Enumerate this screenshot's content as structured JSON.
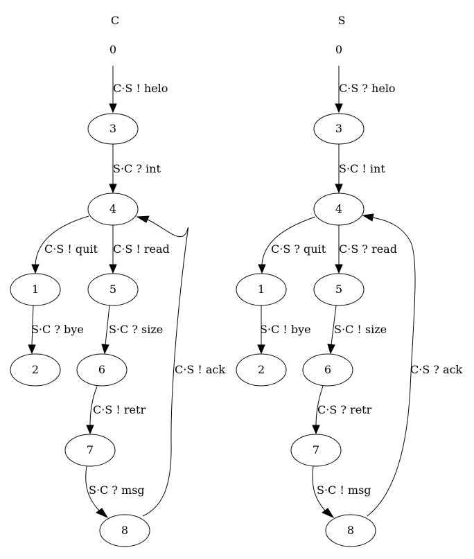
{
  "machines": [
    {
      "title": "C",
      "initial_color": "#6495ed",
      "nodes": [
        {
          "id": "0",
          "label": "0",
          "initial": true
        },
        {
          "id": "3",
          "label": "3"
        },
        {
          "id": "4",
          "label": "4"
        },
        {
          "id": "1",
          "label": "1"
        },
        {
          "id": "5",
          "label": "5"
        },
        {
          "id": "2",
          "label": "2"
        },
        {
          "id": "6",
          "label": "6"
        },
        {
          "id": "7",
          "label": "7"
        },
        {
          "id": "8",
          "label": "8"
        }
      ],
      "edges": [
        {
          "from": "0",
          "to": "3",
          "label": "C·S ! helo"
        },
        {
          "from": "3",
          "to": "4",
          "label": "S·C ? int"
        },
        {
          "from": "4",
          "to": "1",
          "label": "C·S ! quit"
        },
        {
          "from": "4",
          "to": "5",
          "label": "C·S ! read"
        },
        {
          "from": "1",
          "to": "2",
          "label": "S·C ? bye"
        },
        {
          "from": "5",
          "to": "6",
          "label": "S·C ? size"
        },
        {
          "from": "6",
          "to": "7",
          "label": "C·S ! retr"
        },
        {
          "from": "7",
          "to": "8",
          "label": "S·C ? msg"
        },
        {
          "from": "8",
          "to": "4",
          "label": "C·S ! ack"
        }
      ]
    },
    {
      "title": "S",
      "initial_color": "#6495ed",
      "nodes": [
        {
          "id": "0",
          "label": "0",
          "initial": true
        },
        {
          "id": "3",
          "label": "3"
        },
        {
          "id": "4",
          "label": "4"
        },
        {
          "id": "1",
          "label": "1"
        },
        {
          "id": "5",
          "label": "5"
        },
        {
          "id": "2",
          "label": "2"
        },
        {
          "id": "6",
          "label": "6"
        },
        {
          "id": "7",
          "label": "7"
        },
        {
          "id": "8",
          "label": "8"
        }
      ],
      "edges": [
        {
          "from": "0",
          "to": "3",
          "label": "C·S ? helo"
        },
        {
          "from": "3",
          "to": "4",
          "label": "S·C ! int"
        },
        {
          "from": "4",
          "to": "1",
          "label": "C·S ? quit"
        },
        {
          "from": "4",
          "to": "5",
          "label": "C·S ? read"
        },
        {
          "from": "1",
          "to": "2",
          "label": "S·C ! bye"
        },
        {
          "from": "5",
          "to": "6",
          "label": "S·C ! size"
        },
        {
          "from": "6",
          "to": "7",
          "label": "C·S ? retr"
        },
        {
          "from": "7",
          "to": "8",
          "label": "S·C ! msg"
        },
        {
          "from": "8",
          "to": "4",
          "label": "C·S ? ack"
        }
      ]
    }
  ]
}
